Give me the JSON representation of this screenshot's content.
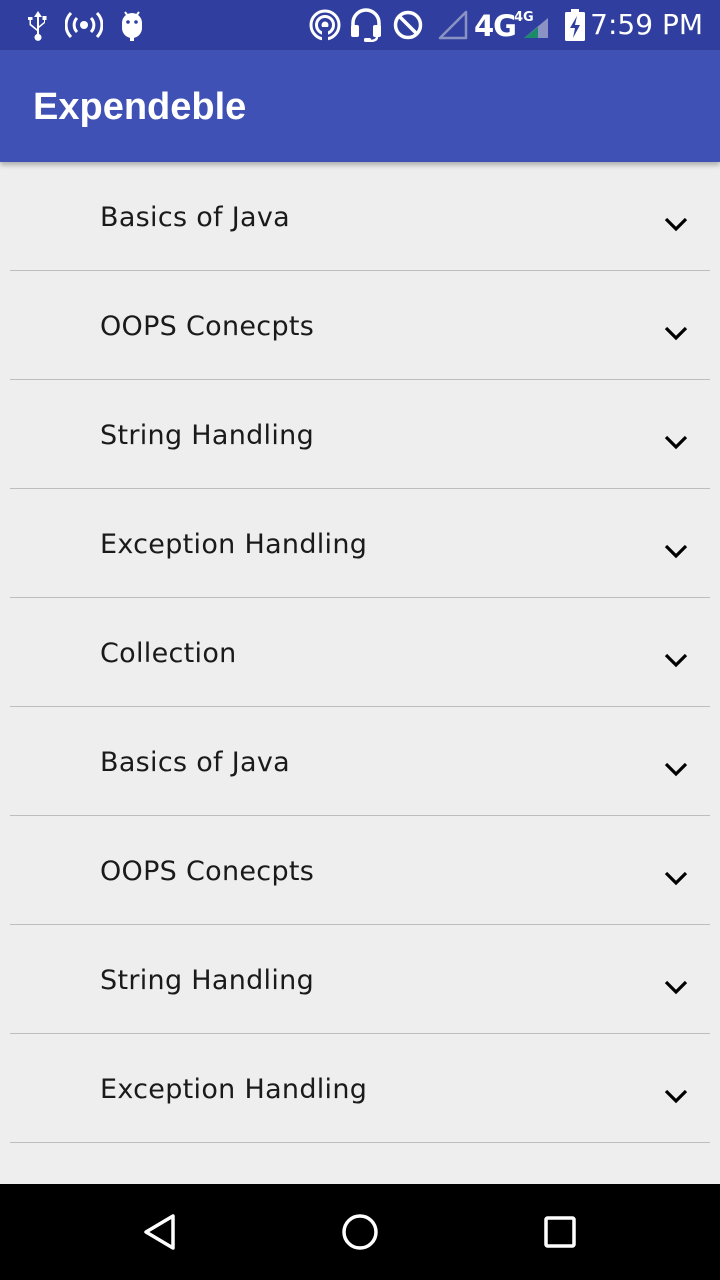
{
  "status_bar": {
    "time": "7:59 PM",
    "network_label": "4G",
    "network_small_label": "4G",
    "icons": [
      "usb-icon",
      "hotspot-icon",
      "android-debug-icon",
      "cast-icon",
      "headset-icon",
      "do-not-disturb-icon",
      "signal-empty-icon",
      "signal-icon",
      "battery-charging-icon"
    ]
  },
  "app_bar": {
    "title": "Expendeble",
    "color": "#3f51b5"
  },
  "list": {
    "items": [
      {
        "label": "Basics of Java",
        "icon": "chevron-down-icon"
      },
      {
        "label": "OOPS Conecpts",
        "icon": "chevron-down-icon"
      },
      {
        "label": "String Handling",
        "icon": "chevron-down-icon"
      },
      {
        "label": "Exception Handling",
        "icon": "chevron-down-icon"
      },
      {
        "label": "Collection",
        "icon": "chevron-down-icon"
      },
      {
        "label": "Basics of Java",
        "icon": "chevron-down-icon"
      },
      {
        "label": "OOPS Conecpts",
        "icon": "chevron-down-icon"
      },
      {
        "label": "String Handling",
        "icon": "chevron-down-icon"
      },
      {
        "label": "Exception Handling",
        "icon": "chevron-down-icon"
      }
    ]
  },
  "nav_bar": {
    "buttons": [
      "back-icon",
      "home-icon",
      "recents-icon"
    ]
  },
  "colors": {
    "status_bar": "#303f9f",
    "app_bar": "#3f51b5",
    "background": "#eeeeee",
    "nav_bar": "#000000"
  }
}
